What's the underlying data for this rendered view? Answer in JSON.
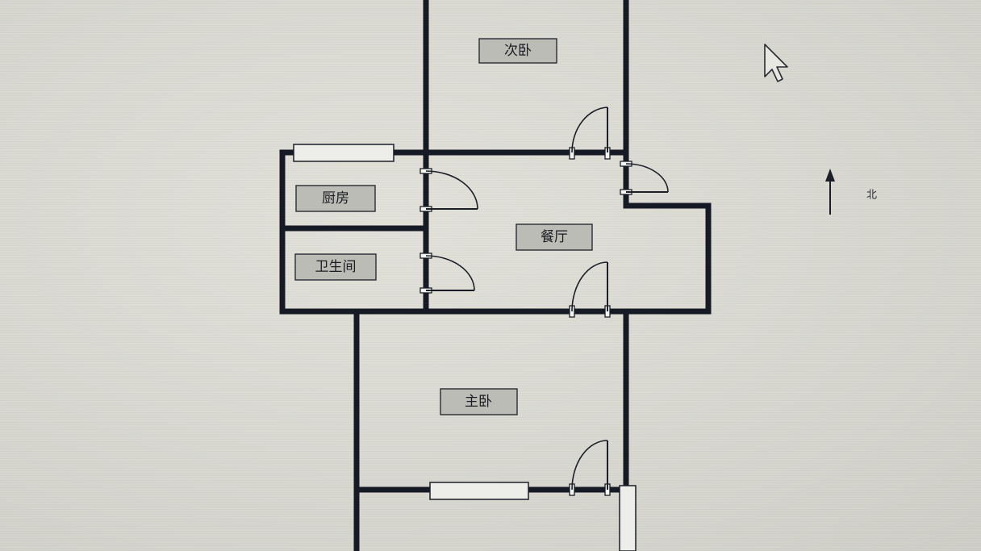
{
  "rooms": {
    "second_bedroom": "次卧",
    "kitchen": "厨房",
    "bathroom": "卫生间",
    "dining_room": "餐厅",
    "master_bedroom": "主卧"
  },
  "compass": {
    "label": "北"
  },
  "icons": {
    "cursor": "mouse-pointer-icon",
    "north_arrow": "north-arrow-icon"
  },
  "colors": {
    "wall": "#161a24",
    "label_fill": "#bcbcb6",
    "background": "#dadad3"
  }
}
